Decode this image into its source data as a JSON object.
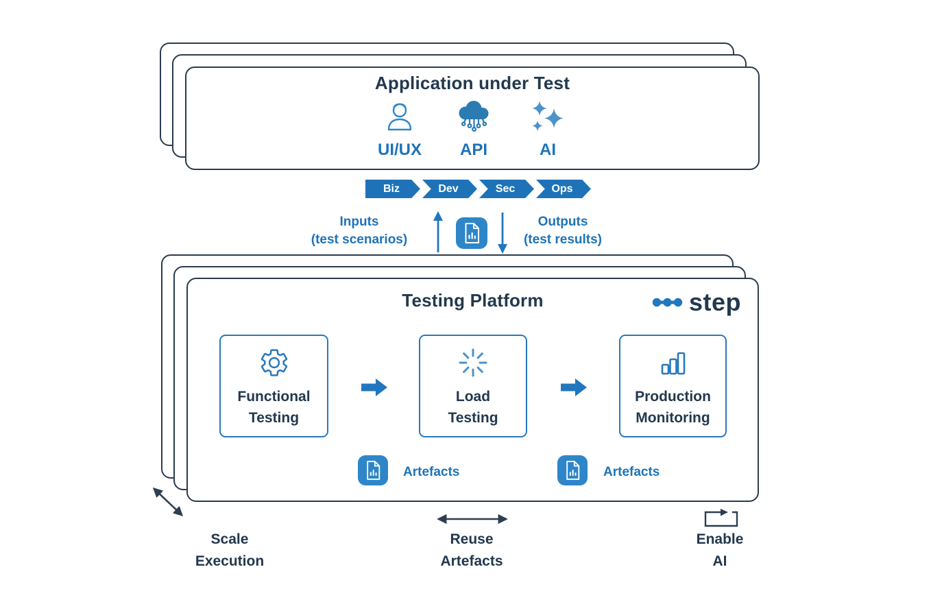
{
  "application": {
    "title": "Application under Test",
    "items": [
      {
        "label": "UI/UX",
        "icon": "user-icon"
      },
      {
        "label": "API",
        "icon": "cloud-api-icon"
      },
      {
        "label": "AI",
        "icon": "sparkles-icon"
      }
    ]
  },
  "pipeline": {
    "segments": [
      "Biz",
      "Dev",
      "Sec",
      "Ops"
    ]
  },
  "flow": {
    "inputs_title": "Inputs",
    "inputs_subtitle": "(test scenarios)",
    "outputs_title": "Outputs",
    "outputs_subtitle": "(test results)"
  },
  "platform": {
    "title": "Testing Platform",
    "logo_text": "step",
    "stages": [
      {
        "line1": "Functional",
        "line2": "Testing",
        "icon": "gear-icon"
      },
      {
        "line1": "Load",
        "line2": "Testing",
        "icon": "spinner-icon"
      },
      {
        "line1": "Production",
        "line2": "Monitoring",
        "icon": "bar-chart-icon"
      }
    ],
    "artefacts": [
      {
        "label": "Artefacts"
      },
      {
        "label": "Artefacts"
      }
    ]
  },
  "annotations": {
    "scale": {
      "line1": "Scale",
      "line2": "Execution"
    },
    "reuse": {
      "line1": "Reuse",
      "line2": "Artefacts"
    },
    "enable": {
      "line1": "Enable",
      "line2": "AI"
    }
  },
  "colors": {
    "navy_text": "#22384e",
    "card_border": "#2b3b4e",
    "blue_text": "#1e73b8",
    "box_border": "#2878be",
    "tile_blue": "#2e86c8",
    "light_blue": "#4c92cb",
    "arrow_blue": "#2176be"
  }
}
